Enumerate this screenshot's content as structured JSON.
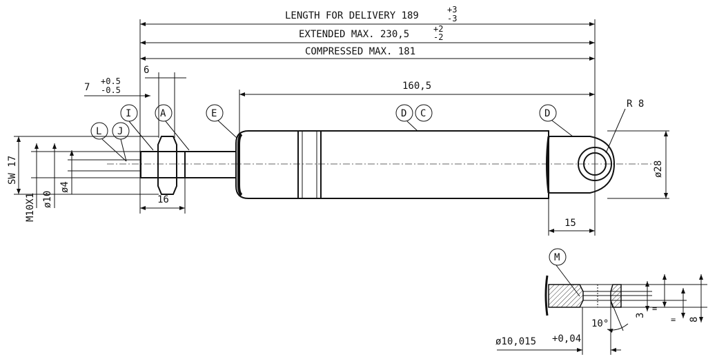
{
  "dimensions": {
    "delivery": {
      "label": "LENGTH FOR DELIVERY 189",
      "tol_plus": "+3",
      "tol_minus": "-3"
    },
    "extended": {
      "label": "EXTENDED MAX. 230,5",
      "tol_plus": "+2",
      "tol_minus": "-2"
    },
    "compressed": {
      "label": "COMPRESSED MAX. 181"
    },
    "body_length": "160,5",
    "nut_width": "6",
    "thread_len": "7",
    "thread_tol_plus": "+0.5",
    "thread_tol_minus": "-0.5",
    "thread_body": "16",
    "eye_offset": "15",
    "eye_radius": "R 8",
    "diameter_body": "ø28",
    "wrench": "SW 17",
    "thread": "M10X1",
    "diameter_thread": "ø10",
    "diameter_small": "ø4"
  },
  "balloons": {
    "I": "I",
    "A": "A",
    "E": "E",
    "L": "L",
    "J": "J",
    "D1": "D",
    "C": "C",
    "D2": "D",
    "M": "M"
  },
  "detail": {
    "bore": "ø10,015",
    "bore_tol": "+0,04",
    "angle": "10°",
    "depth": "3",
    "width": "8",
    "equal1": "=",
    "equal2": "="
  }
}
